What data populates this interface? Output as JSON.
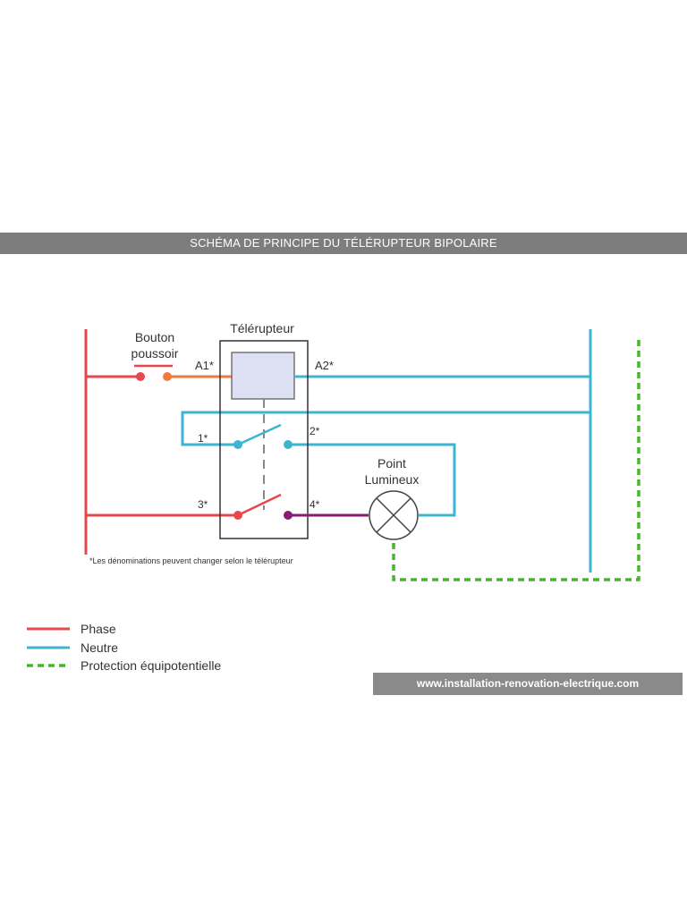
{
  "title": "SCHÉMA DE PRINCIPE DU TÉLÉRUPTEUR BIPOLAIRE",
  "labels": {
    "bouton_line1": "Bouton",
    "bouton_line2": "poussoir",
    "telerupteur": "Télérupteur",
    "a1": "A1*",
    "a2": "A2*",
    "t1": "1*",
    "t2": "2*",
    "t3": "3*",
    "t4": "4*",
    "point_line1": "Point",
    "point_line2": "Lumineux",
    "note": "*Les dénominations peuvent changer selon le télérupteur"
  },
  "legend": [
    {
      "label": "Phase",
      "color": "#e8474c",
      "style": "solid"
    },
    {
      "label": "Neutre",
      "color": "#3db5cf",
      "style": "solid"
    },
    {
      "label": "Protection équipotentielle",
      "color": "#49b52e",
      "style": "dashed"
    }
  ],
  "colors": {
    "phase": "#e8474c",
    "neutre": "#3db5cf",
    "terre": "#49b52e",
    "commande": "#f07a3c",
    "retour": "#8a1a72"
  },
  "footer": {
    "url": "www.installation-renovation-electrique.com"
  }
}
